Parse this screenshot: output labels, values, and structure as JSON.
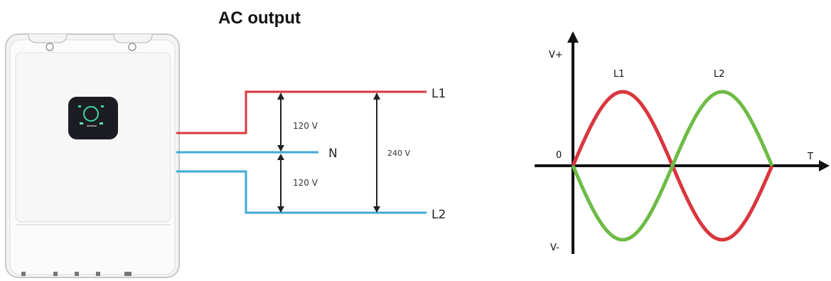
{
  "diagram": {
    "title": "AC output",
    "wiring": {
      "line1_label": "L1",
      "neutral_label": "N",
      "line2_label": "L2",
      "v_l1_n": "120 V",
      "v_n_l2": "120 V",
      "v_l1_l2": "240 V",
      "colors": {
        "line1": "#d9363e",
        "neutral": "#3fa9d8",
        "line2": "#3fa9d8",
        "arrow": "#222222"
      }
    },
    "waveform": {
      "y_pos_label": "V+",
      "y_neg_label": "V-",
      "origin_label": "0",
      "x_label": "T",
      "series": [
        {
          "name": "L1",
          "phase_deg": 0,
          "color": "#d9363e"
        },
        {
          "name": "L2",
          "phase_deg": 180,
          "color": "#6dbb45"
        }
      ]
    }
  }
}
